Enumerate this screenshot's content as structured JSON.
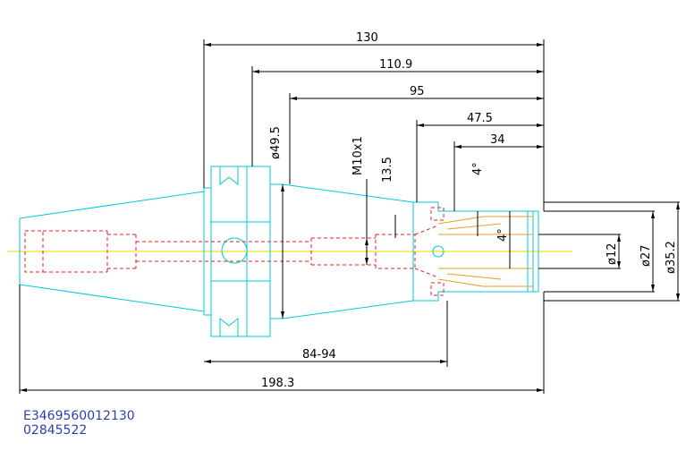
{
  "colors": {
    "dimension": "#000000",
    "tool_outline": "#00c8d8",
    "hidden_lines": "#e02020",
    "center_line": "#e6d800",
    "collet_lines": "#e89a2a",
    "code_text": "#2f3fb0"
  },
  "dimensions": {
    "overall_top": "130",
    "d_110_9": "110.9",
    "d_95": "95",
    "d_47_5": "47.5",
    "d_34": "34",
    "dia_49_5": "ø49.5",
    "thread": "M10x1",
    "d_13_5": "13.5",
    "angle_top": "4°",
    "angle_mid": "4°",
    "dia_12": "ø12",
    "dia_27": "ø27",
    "dia_35_2": "ø35.2",
    "range_84_94": "84-94",
    "overall_bottom": "198.3"
  },
  "code": {
    "line1": "E3469560012130",
    "line2": "02845522"
  }
}
